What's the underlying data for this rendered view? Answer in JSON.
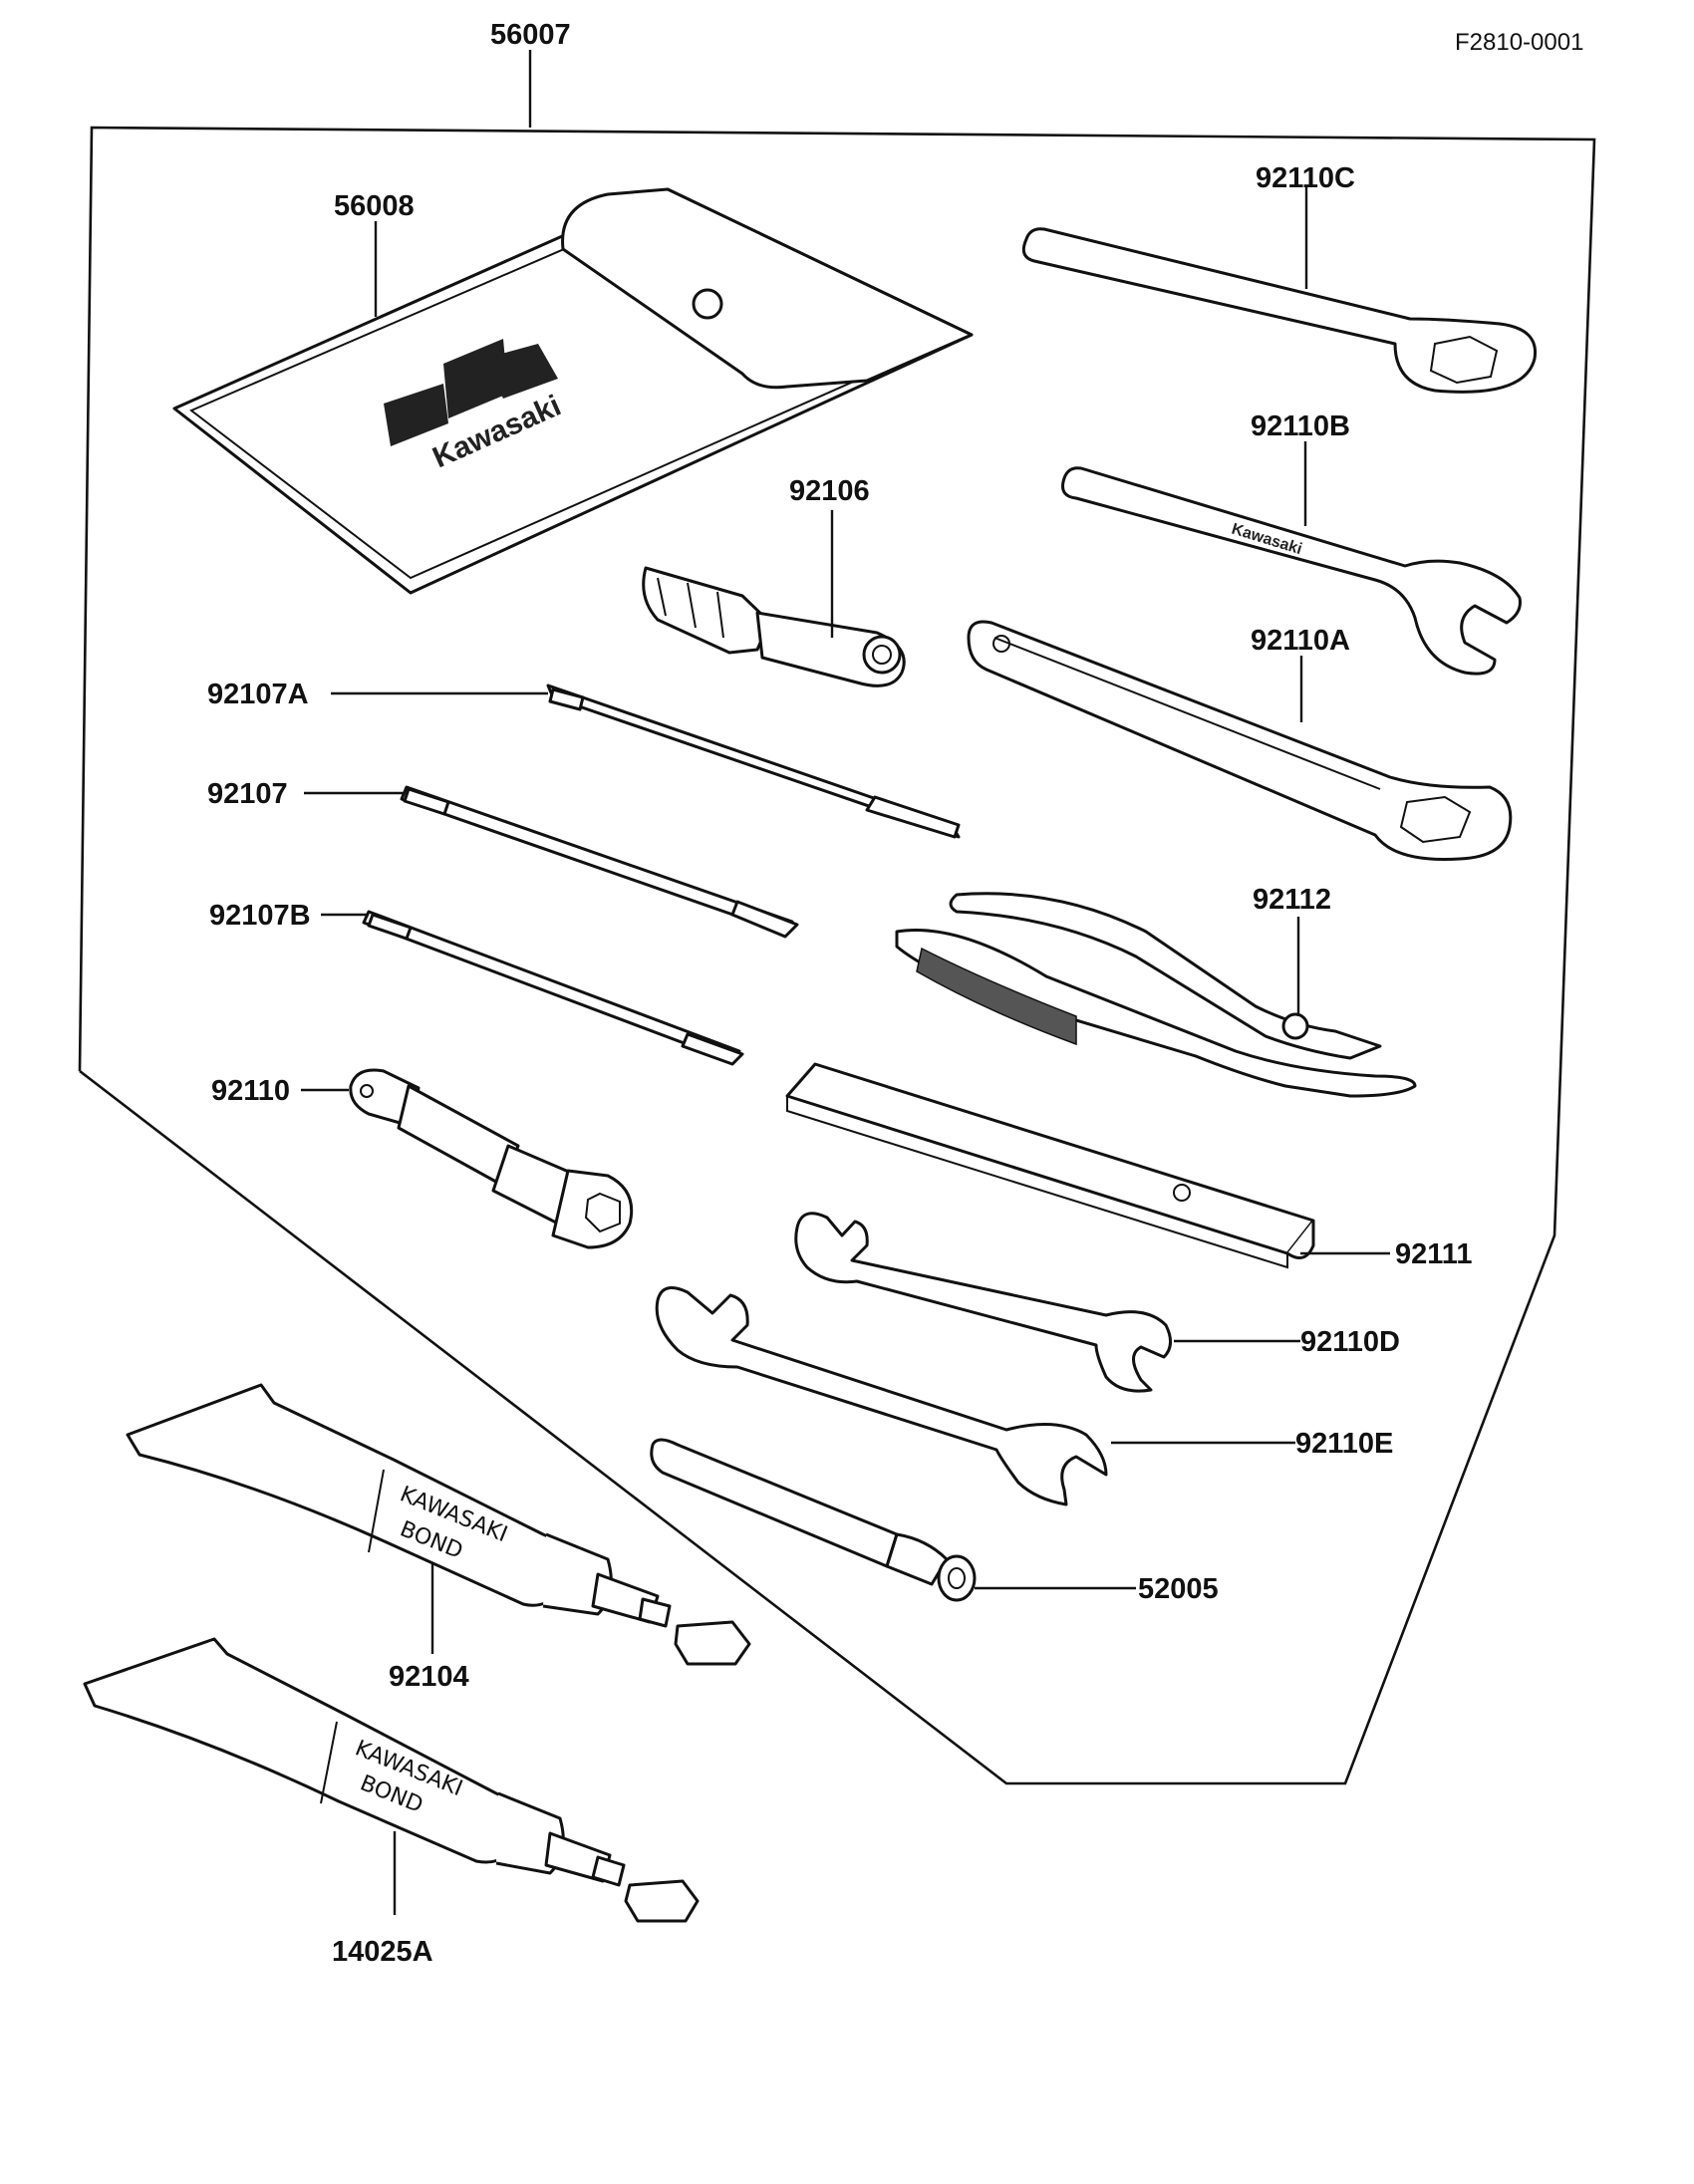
{
  "diagram_code": "F2810-0001",
  "tube_text": {
    "line1": "KAWASAKI",
    "line2": "BOND"
  },
  "logo_text": "Kawasaki",
  "parts": [
    {
      "id": "kit",
      "number": "56007"
    },
    {
      "id": "pouch",
      "number": "56008"
    },
    {
      "id": "plug-handle",
      "number": "92106"
    },
    {
      "id": "screwdriver-a",
      "number": "92107A"
    },
    {
      "id": "screwdriver",
      "number": "92107"
    },
    {
      "id": "screwdriver-b",
      "number": "92107B"
    },
    {
      "id": "plug-wrench",
      "number": "92110"
    },
    {
      "id": "wrench-c",
      "number": "92110C"
    },
    {
      "id": "wrench-b",
      "number": "92110B"
    },
    {
      "id": "wrench-a",
      "number": "92110A"
    },
    {
      "id": "pliers",
      "number": "92112"
    },
    {
      "id": "handle-bar",
      "number": "92111"
    },
    {
      "id": "wrench-d",
      "number": "92110D"
    },
    {
      "id": "wrench-e",
      "number": "92110E"
    },
    {
      "id": "screwdriver-grip",
      "number": "52005"
    },
    {
      "id": "bond-tube-1",
      "number": "92104"
    },
    {
      "id": "bond-tube-2",
      "number": "14025A"
    }
  ]
}
